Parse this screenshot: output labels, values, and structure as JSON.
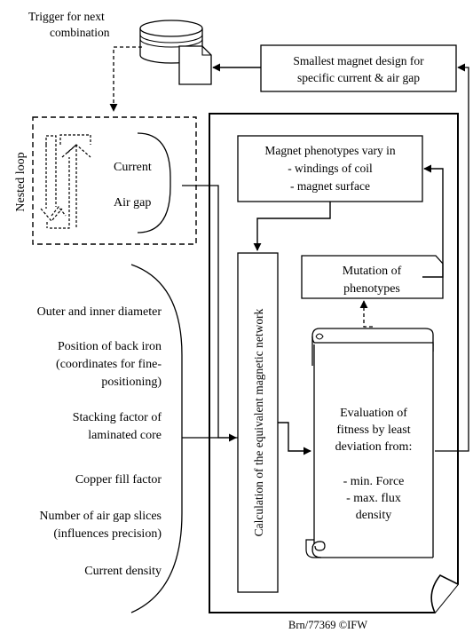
{
  "trigger": {
    "line1": "Trigger for next",
    "line2": "combination"
  },
  "smallest_design": {
    "line1": "Smallest magnet design for",
    "line2": "specific current & air gap"
  },
  "nested_loop": {
    "label": "Nested loop",
    "current": "Current",
    "air_gap": "Air gap"
  },
  "phenotypes_box": {
    "line1": "Magnet phenotypes vary in",
    "line2": "- windings of coil",
    "line3": "- magnet surface"
  },
  "mutation_box": {
    "line1": "Mutation of",
    "line2": "phenotypes"
  },
  "calculation_label": "Calculation of the equivalent magnetic network",
  "evaluation": {
    "line1": "Evaluation of",
    "line2": "fitness by least",
    "line3": "deviation from:",
    "line4": "- min. Force",
    "line5": "- max. flux",
    "line6": "density"
  },
  "parameters": {
    "outer_inner": "Outer and inner diameter",
    "back_iron_1": "Position of back iron",
    "back_iron_2": "(coordinates for fine-",
    "back_iron_3": "positioning)",
    "stacking_1": "Stacking factor of",
    "stacking_2": "laminated core",
    "copper": "Copper fill factor",
    "slices_1": "Number of air gap slices",
    "slices_2": "(influences precision)",
    "current_density": "Current density"
  },
  "footer": "Brn/77369 ©IFW"
}
